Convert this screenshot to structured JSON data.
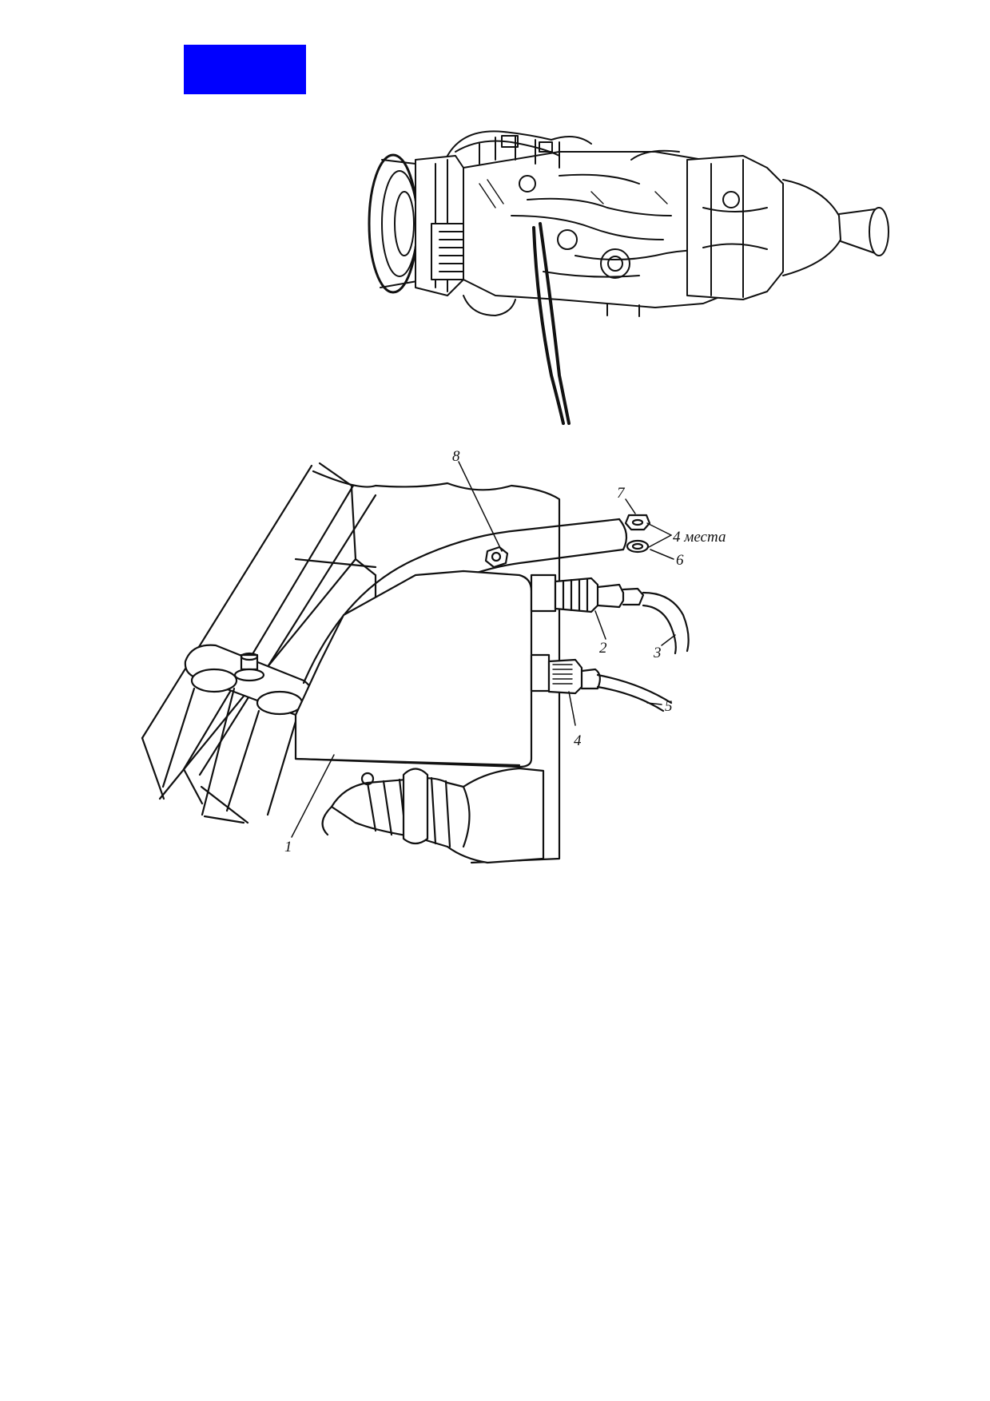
{
  "document": {
    "tag_block_color": "#0000ff"
  },
  "engine_illustration": {
    "icon": "turboshaft-engine-icon"
  },
  "detail_illustration": {
    "icon": "electrical-unit-mounting-icon",
    "callouts": {
      "c1": "1",
      "c2": "2",
      "c3": "3",
      "c4": "4",
      "c5": "5",
      "c6": "6",
      "c7": "7",
      "c8": "8",
      "places": "4 места"
    }
  }
}
